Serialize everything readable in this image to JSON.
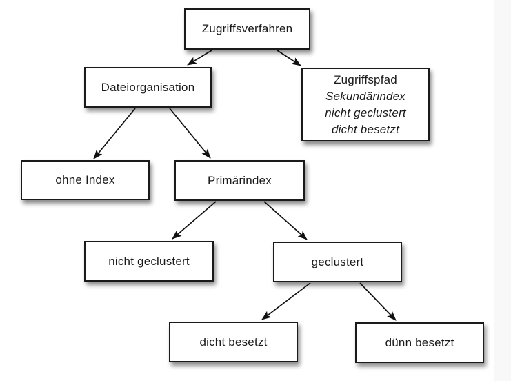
{
  "nodes": {
    "zugriffsverfahren": {
      "label": "Zugriffsverfahren"
    },
    "dateiorganisation": {
      "label": "Dateiorganisation"
    },
    "zugriffspfad": {
      "line1": "Zugriffspfad",
      "line2": "Sekundärindex",
      "line3": "nicht geclustert",
      "line4": "dicht besetzt"
    },
    "ohne_index": {
      "label": "ohne Index"
    },
    "primaerindex": {
      "label": "Primärindex"
    },
    "nicht_geclustert": {
      "label": "nicht geclustert"
    },
    "geclustert": {
      "label": "geclustert"
    },
    "dicht_besetzt": {
      "label": "dicht besetzt"
    },
    "duenn_besetzt": {
      "label": "dünn besetzt"
    }
  },
  "edges": [
    {
      "from": "zugriffsverfahren",
      "to": "dateiorganisation"
    },
    {
      "from": "zugriffsverfahren",
      "to": "zugriffspfad"
    },
    {
      "from": "dateiorganisation",
      "to": "ohne_index"
    },
    {
      "from": "dateiorganisation",
      "to": "primaerindex"
    },
    {
      "from": "primaerindex",
      "to": "nicht_geclustert"
    },
    {
      "from": "primaerindex",
      "to": "geclustert"
    },
    {
      "from": "geclustert",
      "to": "dicht_besetzt"
    },
    {
      "from": "geclustert",
      "to": "duenn_besetzt"
    }
  ],
  "colors": {
    "box_background": "#ffffff",
    "box_border": "#1a1a1a",
    "arrow": "#111111",
    "text": "#1a1a1a",
    "page_background": "#ffffff",
    "right_margin_band": "#f8f8f8"
  }
}
